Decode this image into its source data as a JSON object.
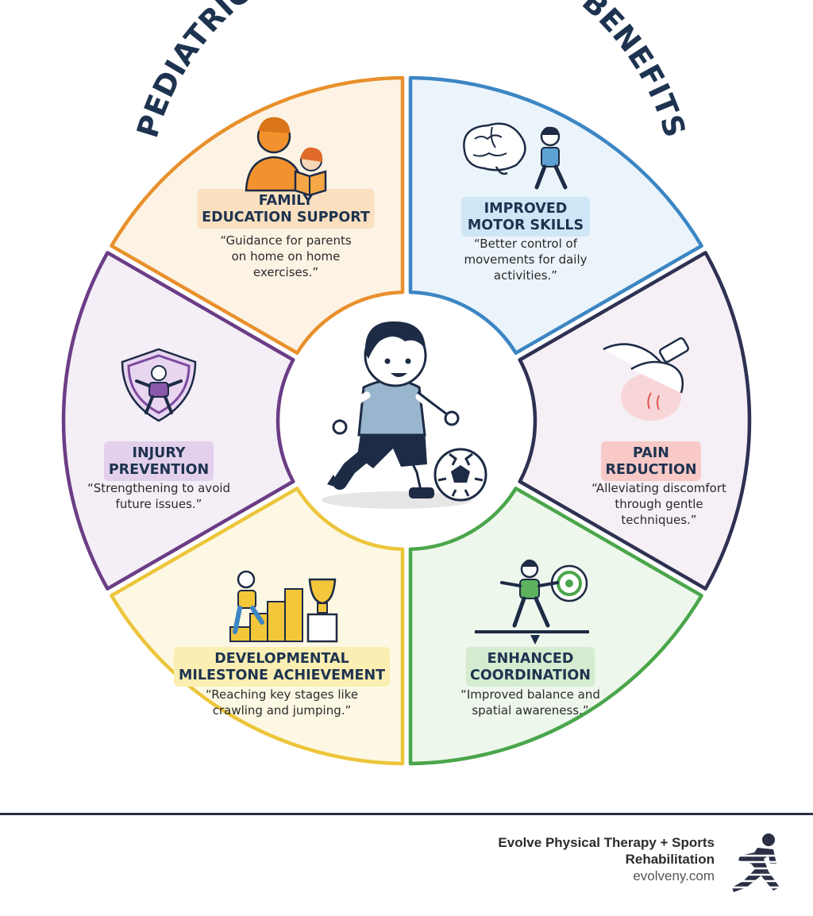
{
  "title": "PEDIATRIC PHYSICAL THERAPY BENEFITS",
  "segments": [
    {
      "id": "family",
      "title_lines": [
        "FAMILY",
        "EDUCATION SUPPORT"
      ],
      "desc_lines": [
        "“Guidance for parents",
        "on home on home",
        "exercises.”"
      ],
      "color": "#e8902c",
      "fill": "#fdf3e4",
      "pill": "#fbe0bf",
      "icon": "parent-reading-icon"
    },
    {
      "id": "motor",
      "title_lines": [
        "IMPROVED",
        "MOTOR SKILLS"
      ],
      "desc_lines": [
        "“Better control of",
        "movements for daily",
        "activities.”"
      ],
      "color": "#3c86c4",
      "fill": "#ebf4fb",
      "pill": "#cfe6f6",
      "icon": "brain-child-icon"
    },
    {
      "id": "pain",
      "title_lines": [
        "PAIN",
        "REDUCTION"
      ],
      "desc_lines": [
        "“Alleviating discomfort",
        "through gentle",
        "techniques.”"
      ],
      "color": "#2e3152",
      "fill": "#f6eff5",
      "pill": "#f8c9c6",
      "icon": "knee-hands-icon"
    },
    {
      "id": "coord",
      "title_lines": [
        "ENHANCED",
        "COORDINATION"
      ],
      "desc_lines": [
        "“Improved balance and",
        "spatial awareness.”"
      ],
      "color": "#4aa64a",
      "fill": "#eef7ec",
      "pill": "#d5ecd0",
      "icon": "balance-target-icon"
    },
    {
      "id": "milestone",
      "title_lines": [
        "DEVELOPMENTAL",
        "MILESTONE ACHIEVEMENT"
      ],
      "desc_lines": [
        "“Reaching key stages like",
        "crawling and jumping.”"
      ],
      "color": "#ecc53a",
      "fill": "#fdf8e3",
      "pill": "#faeeb2",
      "icon": "steps-trophy-icon"
    },
    {
      "id": "injury",
      "title_lines": [
        "INJURY",
        "PREVENTION"
      ],
      "desc_lines": [
        "“Strengthening to avoid",
        "future issues.”"
      ],
      "color": "#6b3d86",
      "fill": "#f4eef6",
      "pill": "#e3d0ec",
      "icon": "shield-child-icon"
    }
  ],
  "center_icon": "child-soccer-icon",
  "footer": {
    "brand_lines": [
      "Evolve Physical Therapy + Sports",
      "Rehabilitation"
    ],
    "url": "evolveny.com",
    "logo_icon": "runner-logo-icon"
  }
}
